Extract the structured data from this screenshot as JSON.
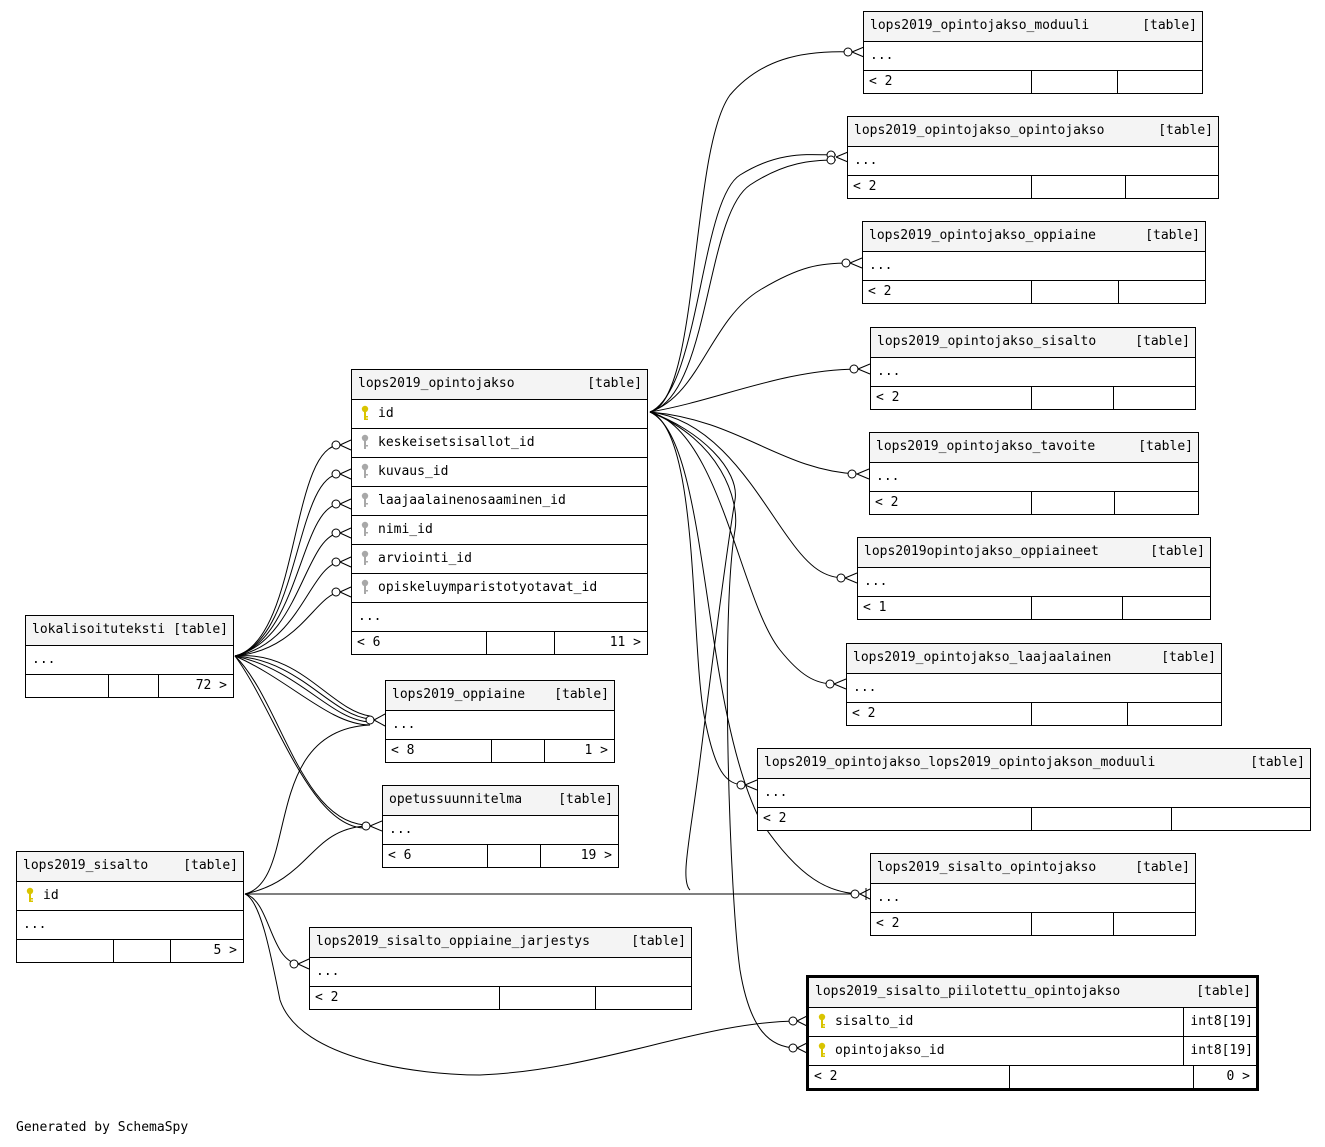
{
  "generated_by": "Generated by SchemaSpy",
  "tables": {
    "moduuli": {
      "name": "lops2019_opintojakso_moduuli",
      "tag": "[table]",
      "more": "...",
      "foot_left": "< 2",
      "foot_right": ""
    },
    "oj_oj": {
      "name": "lops2019_opintojakso_opintojakso",
      "tag": "[table]",
      "more": "...",
      "foot_left": "< 2",
      "foot_right": ""
    },
    "oppiaine_j": {
      "name": "lops2019_opintojakso_oppiaine",
      "tag": "[table]",
      "more": "...",
      "foot_left": "< 2",
      "foot_right": ""
    },
    "sisalto_j": {
      "name": "lops2019_opintojakso_sisalto",
      "tag": "[table]",
      "more": "...",
      "foot_left": "< 2",
      "foot_right": ""
    },
    "tavoite": {
      "name": "lops2019_opintojakso_tavoite",
      "tag": "[table]",
      "more": "...",
      "foot_left": "< 2",
      "foot_right": ""
    },
    "oppiaineet": {
      "name": "lops2019opintojakso_oppiaineet",
      "tag": "[table]",
      "more": "...",
      "foot_left": "< 1",
      "foot_right": ""
    },
    "laaja": {
      "name": "lops2019_opintojakso_laajaalainen",
      "tag": "[table]",
      "more": "...",
      "foot_left": "< 2",
      "foot_right": ""
    },
    "ojmod": {
      "name": "lops2019_opintojakso_lops2019_opintojakson_moduuli",
      "tag": "[table]",
      "more": "...",
      "foot_left": "< 2",
      "foot_right": ""
    },
    "sis_oj": {
      "name": "lops2019_sisalto_opintojakso",
      "tag": "[table]",
      "more": "...",
      "foot_left": "< 2",
      "foot_right": ""
    },
    "piilo": {
      "name": "lops2019_sisalto_piilotettu_opintojakso",
      "tag": "[table]",
      "columns": [
        {
          "name": "sisalto_id",
          "type": "int8[19]"
        },
        {
          "name": "opintojakso_id",
          "type": "int8[19]"
        }
      ],
      "foot_left": "< 2",
      "foot_right": "0 >"
    },
    "opintojakso": {
      "name": "lops2019_opintojakso",
      "tag": "[table]",
      "columns": [
        {
          "name": "id"
        },
        {
          "name": "keskeisetsisallot_id"
        },
        {
          "name": "kuvaus_id"
        },
        {
          "name": "laajaalainenosaaminen_id"
        },
        {
          "name": "nimi_id"
        },
        {
          "name": "arviointi_id"
        },
        {
          "name": "opiskeluymparistotyotavat_id"
        }
      ],
      "more": "...",
      "foot_left": "< 6",
      "foot_right": "11 >"
    },
    "lokal": {
      "name": "lokalisoituteksti",
      "tag": "[table]",
      "more": "...",
      "foot_left": "",
      "foot_right": "72 >"
    },
    "oppiaine": {
      "name": "lops2019_oppiaine",
      "tag": "[table]",
      "more": "...",
      "foot_left": "< 8",
      "foot_right": "1 >"
    },
    "ops": {
      "name": "opetussuunnitelma",
      "tag": "[table]",
      "more": "...",
      "foot_left": "< 6",
      "foot_right": "19 >"
    },
    "sisalto": {
      "name": "lops2019_sisalto",
      "tag": "[table]",
      "columns": [
        {
          "name": "id"
        }
      ],
      "more": "...",
      "foot_left": "",
      "foot_right": "5 >"
    },
    "jarj": {
      "name": "lops2019_sisalto_oppiaine_jarjestys",
      "tag": "[table]",
      "more": "...",
      "foot_left": "< 2",
      "foot_right": ""
    }
  },
  "colors": {
    "primary_key": "#d9c400",
    "foreign_key": "#a8a8a8",
    "header_bg": "#f4f4f4"
  }
}
